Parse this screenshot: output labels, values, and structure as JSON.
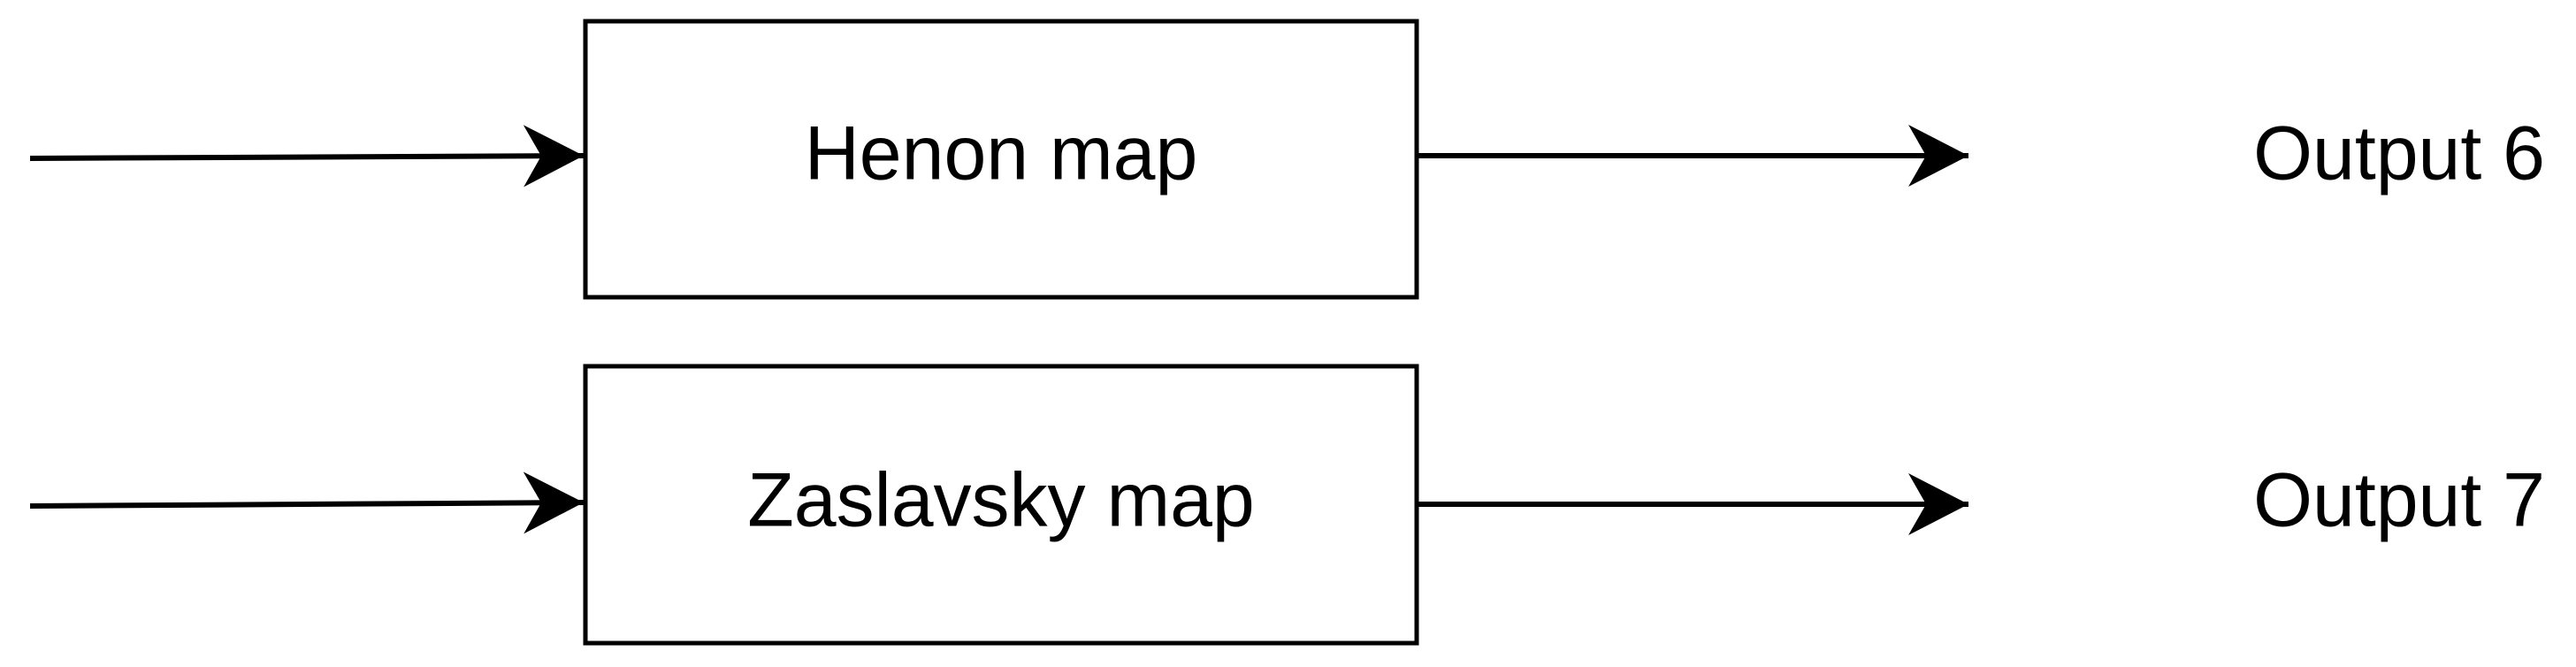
{
  "diagram": {
    "stroke_color": "#000000",
    "background": "#ffffff",
    "blocks": [
      {
        "label": "Henon map",
        "output": "Output 6"
      },
      {
        "label": "Zaslavsky map",
        "output": "Output 7"
      }
    ]
  }
}
